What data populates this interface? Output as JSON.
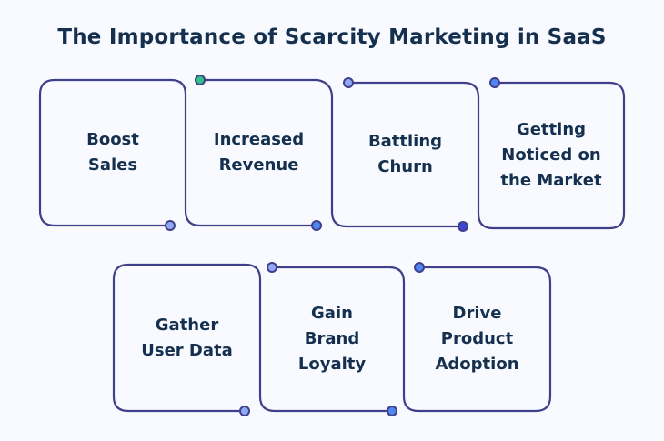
{
  "title": "The Importance of Scarcity Marketing in SaaS",
  "colors": {
    "background": "#f8faff",
    "text": "#15304f",
    "outline": "#3f3f8a",
    "dot_green": "#2fc38b",
    "dot_light": "#8fa9f5",
    "dot_blue": "#4f86f2",
    "dot_dark": "#3c47d6"
  },
  "row1": [
    {
      "label": "Boost\nSales"
    },
    {
      "label": "Increased\nRevenue"
    },
    {
      "label": "Battling\nChurn"
    },
    {
      "label": "Getting\nNoticed on\nthe Market"
    }
  ],
  "row2": [
    {
      "label": "Gather\nUser Data"
    },
    {
      "label": "Gain\nBrand\nLoyalty"
    },
    {
      "label": "Drive\nProduct\nAdoption"
    }
  ]
}
